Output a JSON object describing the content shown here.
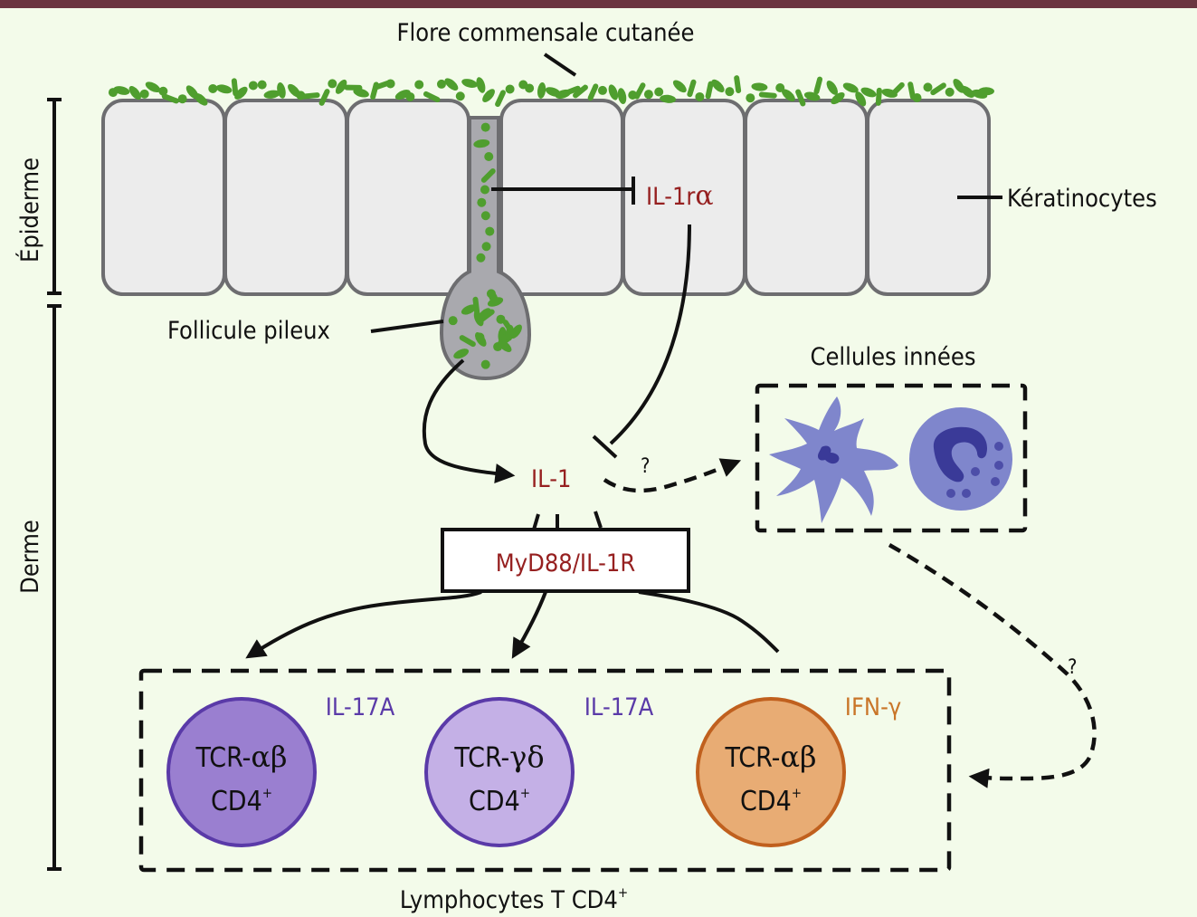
{
  "title": "Flore commensale cutanée",
  "layers": {
    "epidermis": "Épiderme",
    "dermis": "Derme"
  },
  "labels": {
    "keratinocytes": "Kératinocytes",
    "hair_follicle": "Follicule pileux",
    "innate_cells": "Cellules innées",
    "lymphocytes": "Lymphocytes T CD4",
    "lymphocytes_sup": "+"
  },
  "molecules": {
    "il1ra_prefix": "IL-1r",
    "il1ra_greek": "α",
    "il1": "IL-1",
    "receptor": "MyD88/IL-1R"
  },
  "unknown_marker": "?",
  "t_cells": [
    {
      "receptor_prefix": "TCR-",
      "receptor_greek": "αβ",
      "marker": "CD4",
      "marker_sup": "+",
      "cytokine": "IL-17A",
      "fill": "#9a7fd0",
      "stroke": "#5a3aa8",
      "cytokine_color": "#5a3aa8"
    },
    {
      "receptor_prefix": "TCR-",
      "receptor_greek": "γδ",
      "marker": "CD4",
      "marker_sup": "+",
      "cytokine": "IL-17A",
      "fill": "#c4b0e6",
      "stroke": "#5a3aa8",
      "cytokine_color": "#5a3aa8"
    },
    {
      "receptor_prefix": "TCR-",
      "receptor_greek": "αβ",
      "marker": "CD4",
      "marker_sup": "+",
      "cytokine": "IFN-γ",
      "fill": "#e8ac74",
      "stroke": "#c0601e",
      "cytokine_color": "#c97528"
    }
  ],
  "colors": {
    "background": "#f3fbea",
    "top_bar": "#6b3540",
    "bacteria": "#4f9e2e",
    "keratinocyte_fill": "#ececec",
    "keratinocyte_stroke": "#6d6d70",
    "follicle_fill": "#a9a9ae",
    "innate_cell_light": "#7f86cc",
    "innate_cell_dark": "#3a3a98",
    "cytokine_red": "#962020"
  }
}
